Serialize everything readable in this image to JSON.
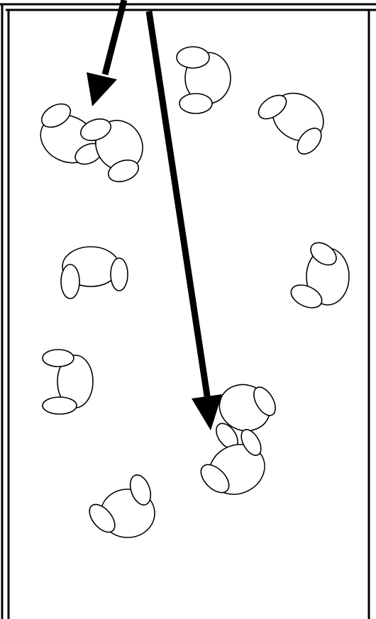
{
  "diagram": {
    "title": "",
    "figures": {
      "count": 10,
      "kind": "molecule-ellipse-cluster",
      "stroke_color": "#000000",
      "fill_color": "#ffffff"
    },
    "arrows": {
      "count": 2,
      "color": "#000000"
    },
    "frame": {
      "border_color": "#000000",
      "background_color": "#ffffff"
    }
  }
}
